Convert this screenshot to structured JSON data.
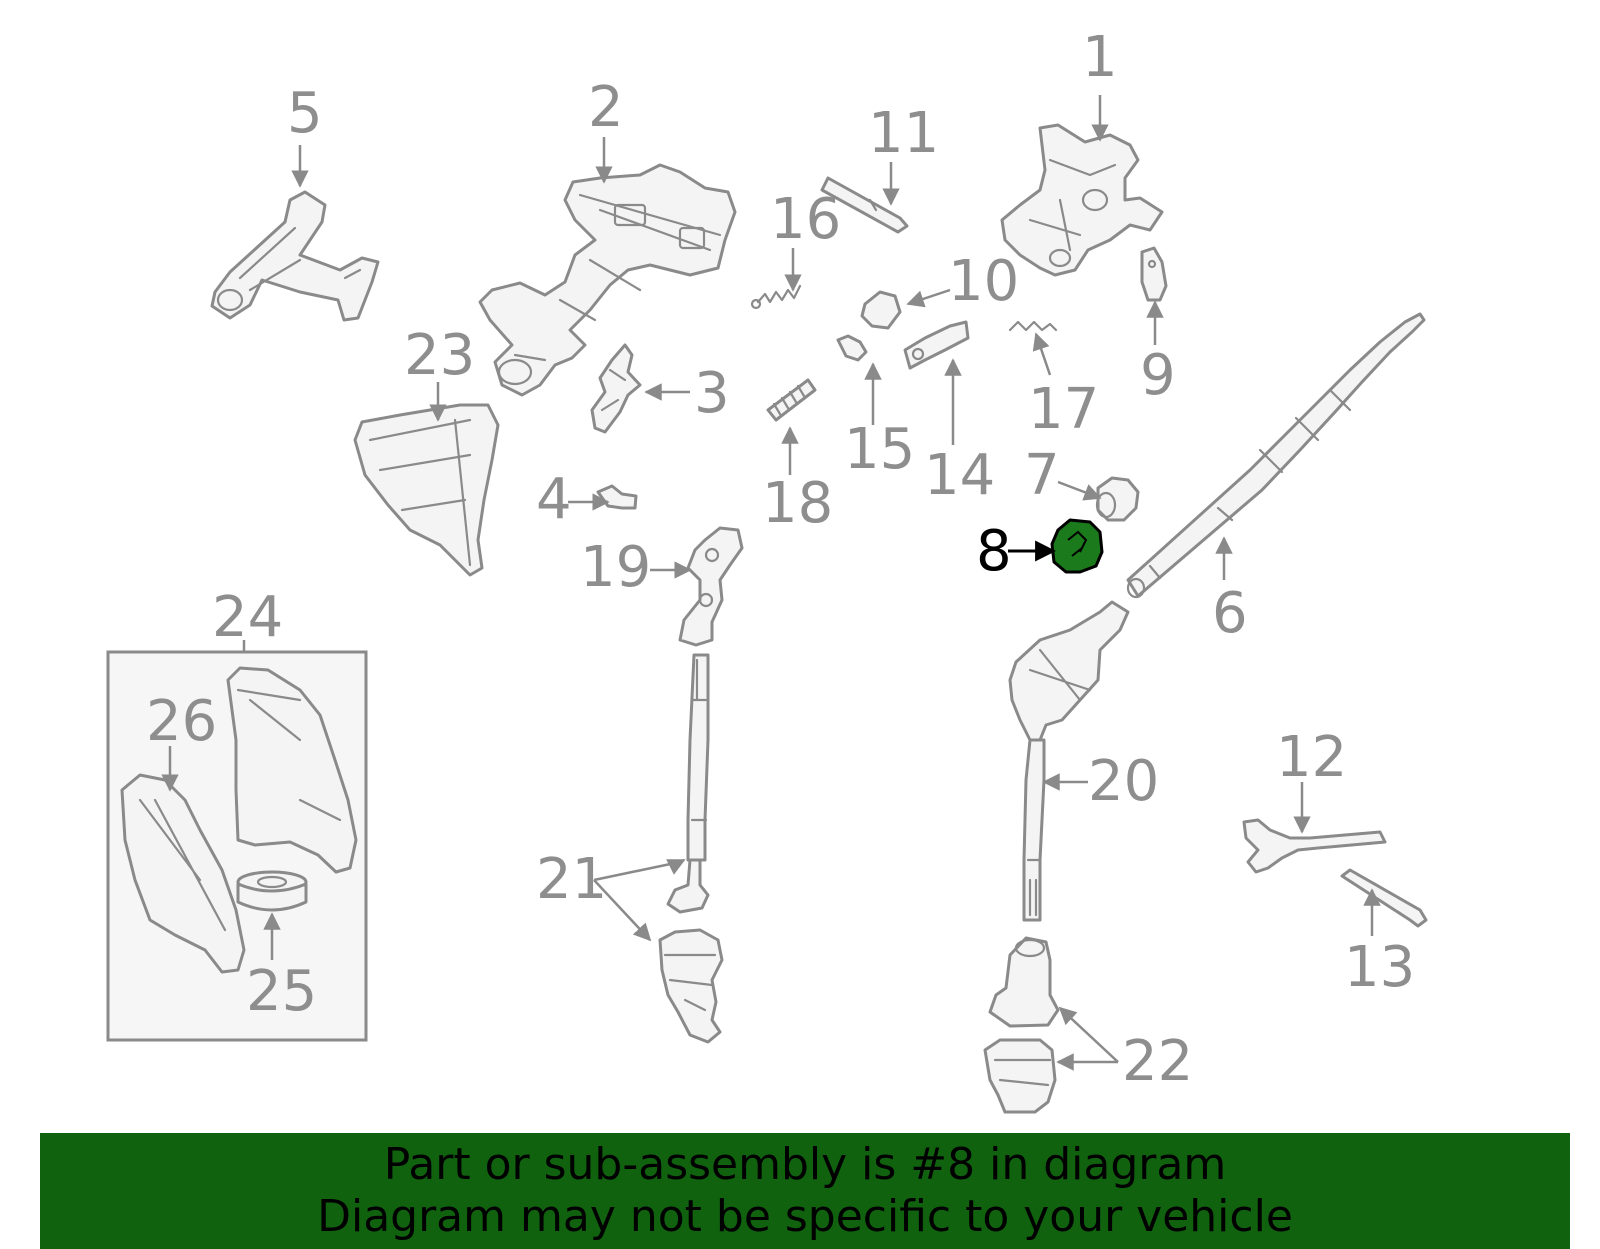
{
  "callouts": {
    "n1": "1",
    "n2": "2",
    "n3": "3",
    "n4": "4",
    "n5": "5",
    "n6": "6",
    "n7": "7",
    "n8": "8",
    "n9": "9",
    "n10": "10",
    "n11": "11",
    "n12": "12",
    "n13": "13",
    "n14": "14",
    "n15": "15",
    "n16": "16",
    "n17": "17",
    "n18": "18",
    "n19": "19",
    "n20": "20",
    "n21": "21",
    "n22": "22",
    "n23": "23",
    "n24": "24",
    "n25": "25",
    "n26": "26"
  },
  "highlighted_part": "8",
  "colors": {
    "highlight": "#1b7a1b",
    "banner": "#10620f",
    "line_art": "#8a8a8a"
  },
  "banner": {
    "line1": "Part or sub-assembly is #8 in diagram",
    "line2": "Diagram may not be specific to your vehicle"
  }
}
